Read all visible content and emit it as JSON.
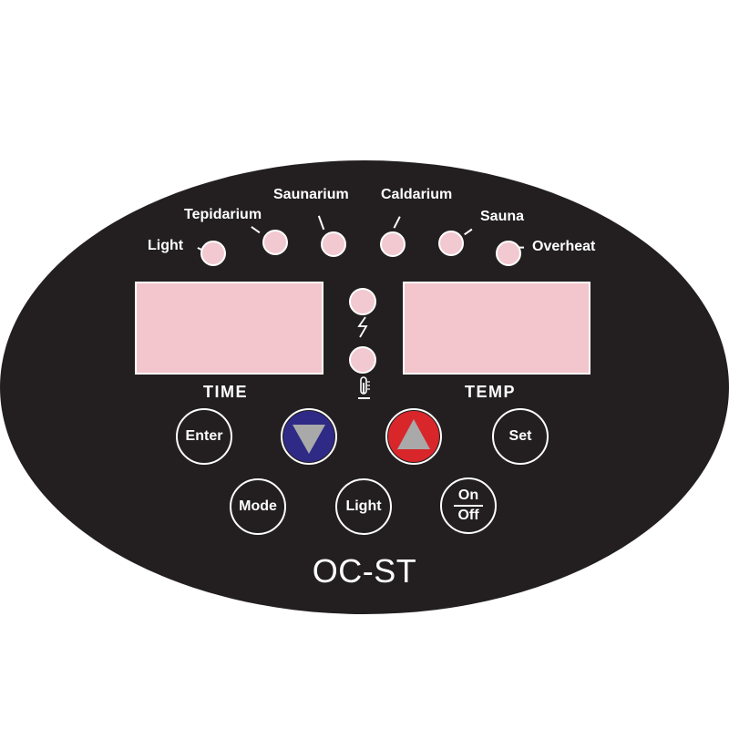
{
  "indicators": {
    "light": "Light",
    "tepidarium": "Tepidarium",
    "saunarium": "Saunarium",
    "caldarium": "Caldarium",
    "sauna": "Sauna",
    "overheat": "Overheat"
  },
  "displays": {
    "time_label": "TIME",
    "temp_label": "TEMP"
  },
  "buttons": {
    "enter": "Enter",
    "set": "Set",
    "mode": "Mode",
    "light": "Light",
    "on": "On",
    "off": "Off"
  },
  "model": "OC-ST",
  "colors": {
    "panel": "#231f20",
    "display": "#f2c6cc",
    "indicator": "#f2c9d0",
    "down_arrow_bg": "#2e2a86",
    "up_arrow_bg": "#d8262b",
    "arrow_triangle": "#a9a9a9"
  }
}
